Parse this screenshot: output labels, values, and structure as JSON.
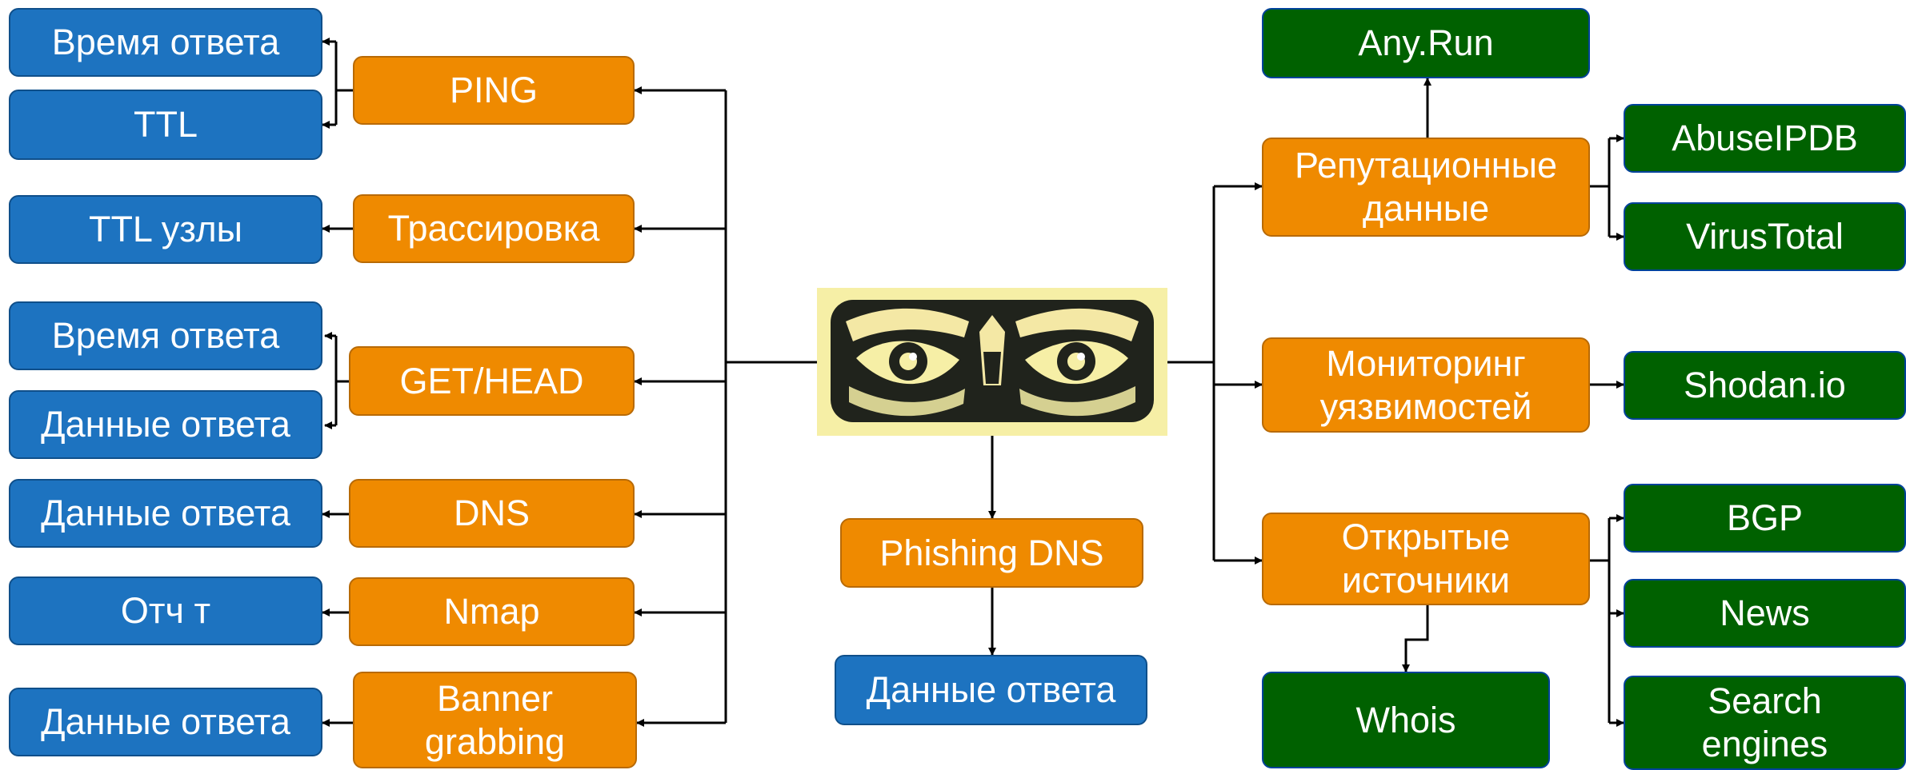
{
  "center": {
    "image_label": "eyes-illustration"
  },
  "left_tools": [
    {
      "label": "PING",
      "results": [
        "Время ответа",
        "TTL"
      ]
    },
    {
      "label": "Трассировка",
      "results": [
        "TTL    узлы"
      ]
    },
    {
      "label": "GET/HEAD",
      "results": [
        "Время ответа",
        "Данные ответа"
      ]
    },
    {
      "label": "DNS",
      "results": [
        "Данные ответа"
      ]
    },
    {
      "label": "Nmap",
      "results": [
        "Отч  т"
      ]
    },
    {
      "label": "Banner\ngrabbing",
      "results": [
        "Данные ответа"
      ]
    }
  ],
  "bottom": {
    "tool": "Phishing DNS",
    "result": "Данные ответа"
  },
  "right_categories": [
    {
      "label": "Репутационные\nданные",
      "top_source": "Any.Run",
      "sources": [
        "AbuseIPDB",
        "VirusTotal"
      ]
    },
    {
      "label": "Мониторинг\nуязвимостей",
      "sources": [
        "Shodan.io"
      ]
    },
    {
      "label": "Открытые\nисточники",
      "bottom_source": "Whois",
      "sources": [
        "BGP",
        "News",
        "Search\nengines"
      ]
    }
  ],
  "colors": {
    "blue": "#1d73c0",
    "orange": "#ef8a00",
    "green": "#006100",
    "eyes_background": "#f6efa6"
  }
}
